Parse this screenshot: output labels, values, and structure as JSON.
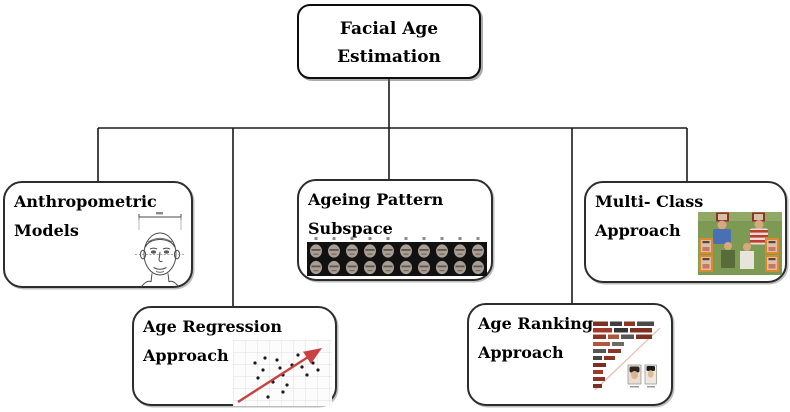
{
  "nodes": {
    "root": {
      "lines": [
        "Facial Age",
        "Estimation"
      ]
    },
    "anthropometric": {
      "lines": [
        "Anthropometric",
        "Models"
      ]
    },
    "ageing_pattern": {
      "lines": [
        "Ageing Pattern",
        "Subspace"
      ]
    },
    "multi_class": {
      "lines": [
        "Multi- Class",
        "Approach"
      ]
    },
    "age_regression": {
      "lines": [
        "Age Regression",
        "Approach"
      ]
    },
    "age_ranking": {
      "lines": [
        "Age Ranking",
        "Approach"
      ]
    }
  },
  "icons": {
    "anthropometric": "anthropometric-face-measurement-sketch",
    "ageing_pattern": "ageing-face-sequence-strip",
    "multi_class": "group-photo-with-framed-portraits",
    "age_regression": "scatter-plot-with-red-trend-arrow",
    "age_ranking": "age-ranked-text-and-portraits-figure"
  },
  "colors": {
    "background": "#ffffff",
    "box_border": "#2d2d2d",
    "root_box_border": "#0d0d0d",
    "connector_line": "#1a1a1a",
    "trend_arrow_red": "#c94242",
    "photo_grass_green": "#7d9a55",
    "shirt_blue": "#4a6fb5",
    "shirt_stripe_red": "#c23b2e",
    "frame_orange": "#d98a2b",
    "ranking_text_red": "#8a3526",
    "strip_background": "#111111"
  }
}
